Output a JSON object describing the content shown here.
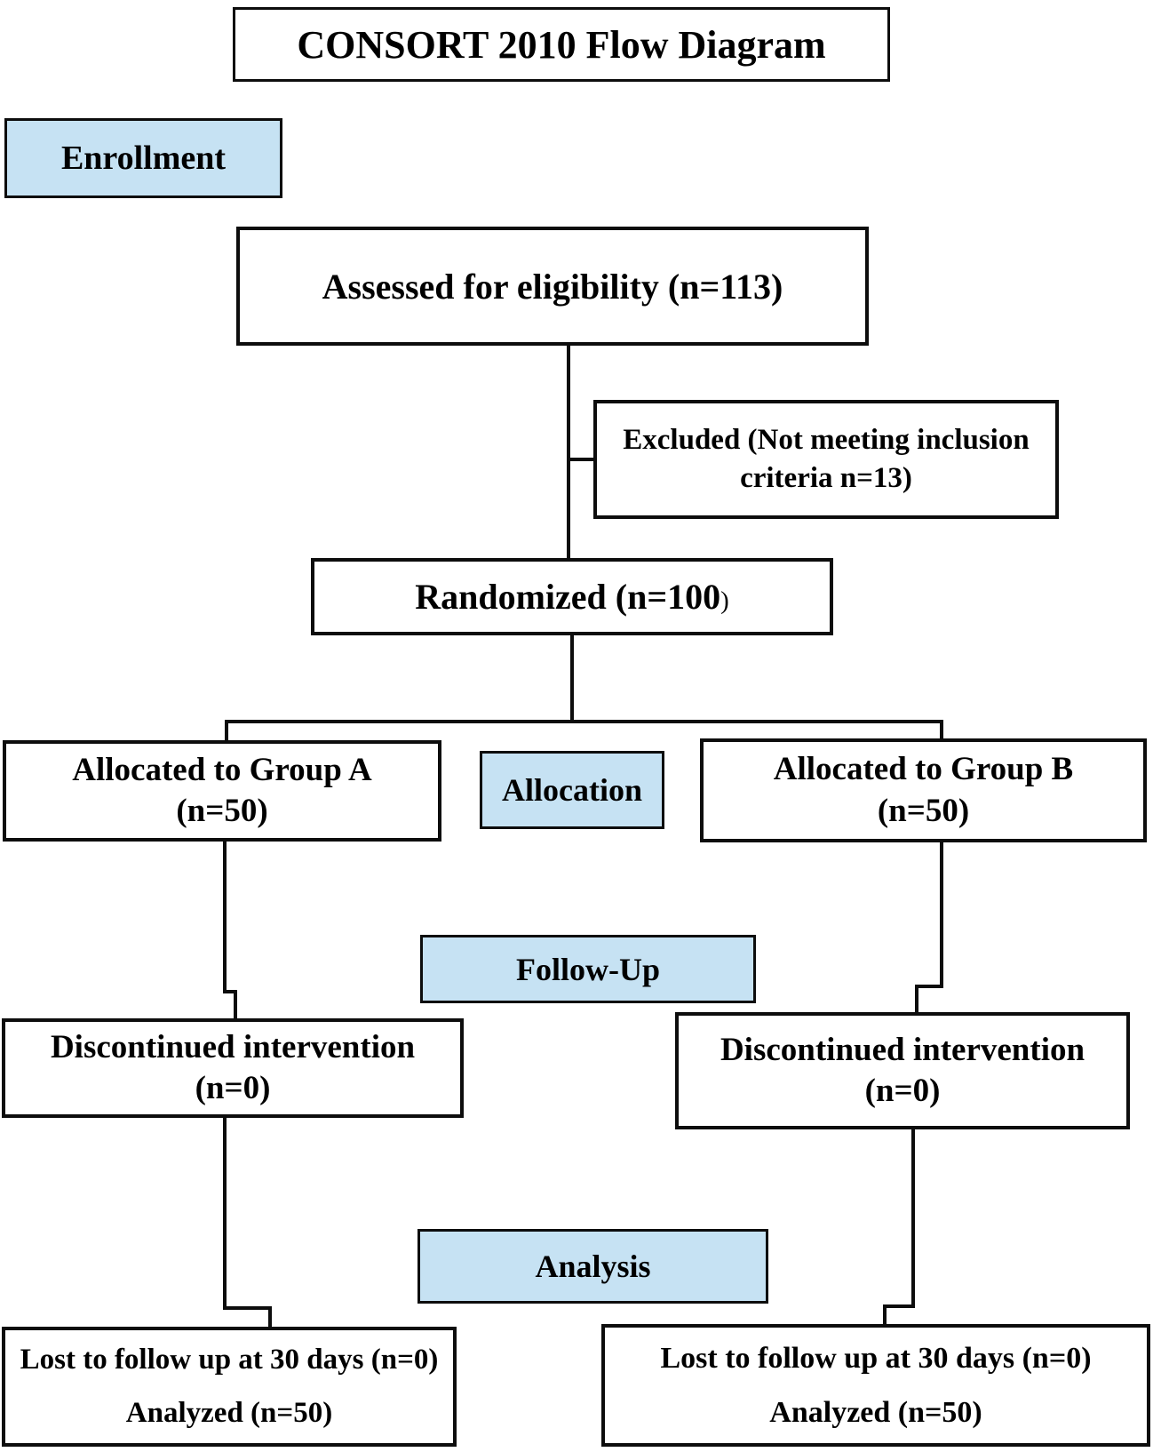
{
  "diagram": {
    "title": "CONSORT 2010 Flow Diagram",
    "stage_labels": {
      "enrollment": "Enrollment",
      "allocation": "Allocation",
      "follow_up": "Follow-Up",
      "analysis": "Analysis"
    },
    "nodes": {
      "assessed": "Assessed for eligibility (n=113)",
      "excluded_line1": "Excluded (Not meeting inclusion",
      "excluded_line2": "criteria n=13)",
      "randomized_main": "Randomized (n=100",
      "randomized_suffix": ")",
      "group_a_line1": "Allocated to Group A",
      "group_a_line2": "(n=50)",
      "group_b_line1": "Allocated to Group B",
      "group_b_line2": "(n=50)",
      "discontinued_left_line1": "Discontinued intervention",
      "discontinued_left_line2": "(n=0)",
      "discontinued_right_line1": "Discontinued intervention",
      "discontinued_right_line2": "(n=0)",
      "lost_left_line1": "Lost to follow up at 30 days (n=0)",
      "lost_left_line2": "Analyzed (n=50)",
      "lost_right_line1": "Lost to follow up at 30 days (n=0)",
      "lost_right_line2": "Analyzed (n=50)"
    },
    "colors": {
      "stage_fill": "#c6e2f3",
      "box_border": "#0d0d0d",
      "background": "#ffffff",
      "text": "#000000"
    }
  }
}
